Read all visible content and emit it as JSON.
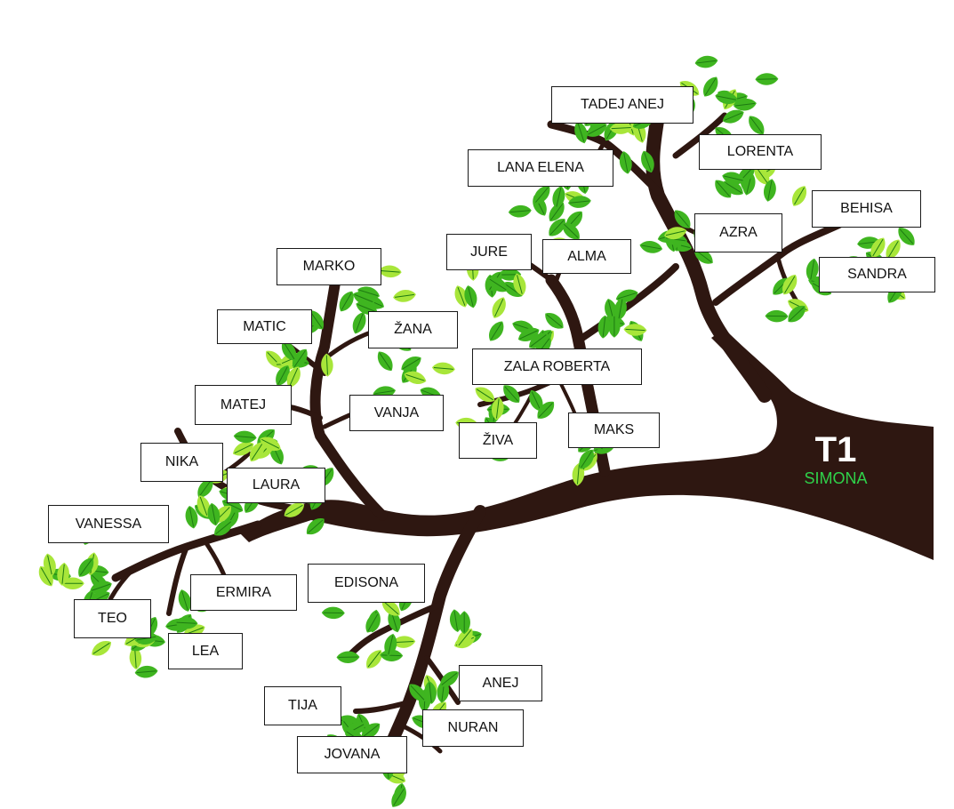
{
  "trunk": {
    "title": "T1",
    "name": "SIMONA"
  },
  "colors": {
    "bark": "#2e1711",
    "leaf_dark": "#3fb520",
    "leaf_light": "#a8e63a",
    "label_text": "#111111",
    "trunk_name": "#2fd24a"
  },
  "names": {
    "tadej_anej": "TADEJ ANEJ",
    "lorenta": "LORENTA",
    "lana_elena": "LANA ELENA",
    "behisa": "BEHISA",
    "azra": "AZRA",
    "sandra": "SANDRA",
    "jure": "JURE",
    "alma": "ALMA",
    "marko": "MARKO",
    "matic": "MATIC",
    "zana": "ŽANA",
    "zala_roberta": "ZALA ROBERTA",
    "matej": "MATEJ",
    "vanja": "VANJA",
    "ziva": "ŽIVA",
    "maks": "MAKS",
    "nika": "NIKA",
    "laura": "LAURA",
    "vanessa": "VANESSA",
    "edisona": "EDISONA",
    "ermira": "ERMIRA",
    "teo": "TEO",
    "lea": "LEA",
    "anej": "ANEJ",
    "tija": "TIJA",
    "nuran": "NURAN",
    "jovana": "JOVANA"
  }
}
